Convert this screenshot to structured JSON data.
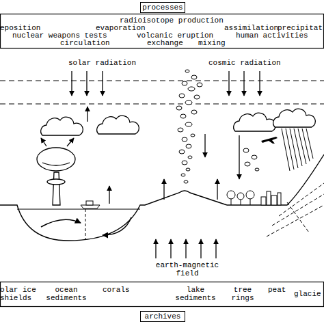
{
  "diagram": {
    "nodes": [
      {
        "text": [
          "processes"
        ]
      },
      {
        "text": [
          "archives"
        ]
      }
    ],
    "labels": [
      "radioisotope production",
      "eposition",
      "evaporation",
      "assimilation",
      "precipitat",
      "nuclear weapons tests",
      "volcanic eruption",
      "human activities",
      "circulation",
      "exchange",
      "mixing",
      "solar radiation",
      "cosmic radiation",
      "earth-magnetic field",
      "olar ice shields",
      "ocean sediments",
      "corals",
      "lake sediments",
      "tree rings",
      "peat",
      "glacie"
    ]
  }
}
